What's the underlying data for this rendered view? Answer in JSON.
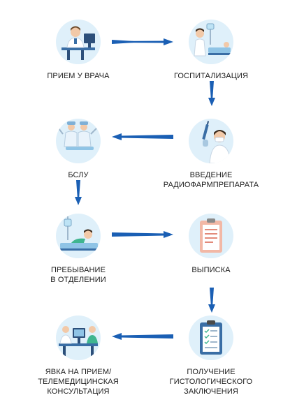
{
  "steps": [
    {
      "label": "ПРИЕМ У ВРАЧА",
      "icon": "doctor-at-desk-icon"
    },
    {
      "label": "ГОСПИТАЛИЗАЦИЯ",
      "icon": "hospital-bed-nurse-icon"
    },
    {
      "label": "ВВЕДЕНИЕ",
      "label2": "РАДИОФАРМПРЕПАРАТА",
      "icon": "syringe-doctor-icon"
    },
    {
      "label": "БСЛУ",
      "icon": "surgery-team-icon"
    },
    {
      "label": "ПРЕБЫВАНИЕ",
      "label2": "В ОТДЕЛЕНИИ",
      "icon": "patient-in-ward-icon"
    },
    {
      "label": "ВЫПИСКА",
      "icon": "discharge-document-icon"
    },
    {
      "label": "ПОЛУЧЕНИЕ",
      "label2": "ГИСТОЛОГИЧЕСКОГО",
      "label3": "ЗАКЛЮЧЕНИЯ",
      "icon": "histology-report-icon"
    },
    {
      "label": "ЯВКА НА ПРИЕМ/",
      "label2": "ТЕЛЕМЕДИЦИНСКАЯ",
      "label3": "КОНСУЛЬТАЦИЯ",
      "icon": "telemedicine-consultation-icon"
    }
  ],
  "colors": {
    "arrow": "#1a5fb4",
    "circle": "#dff0fa",
    "text": "#1c1c1c"
  }
}
